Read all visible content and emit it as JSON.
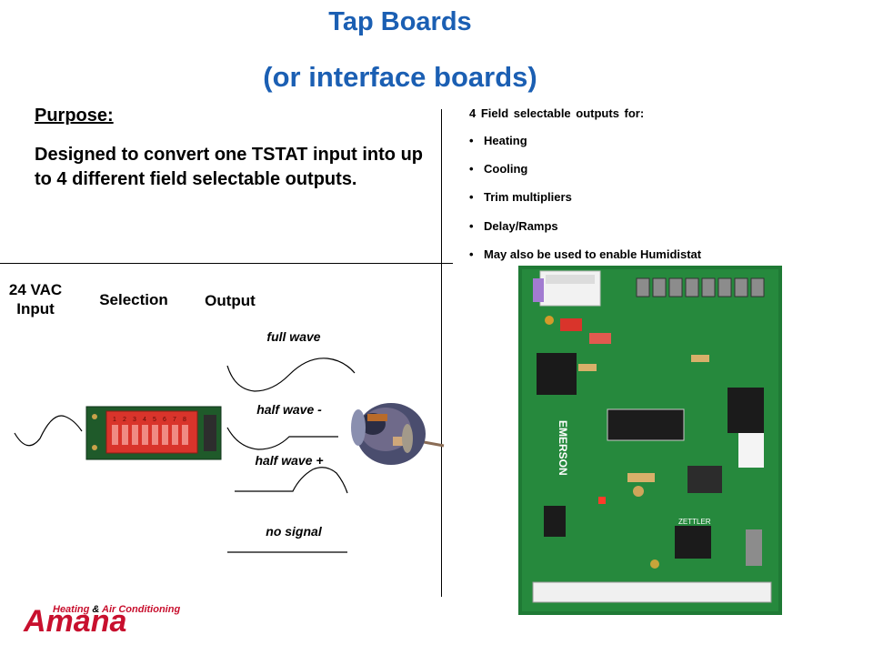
{
  "title_line1": "Tap Boards",
  "title_line2": "(or interface boards)",
  "purpose": {
    "heading": "Purpose:",
    "text": "Designed to convert one TSTAT input into up to 4 different field selectable outputs."
  },
  "outputs": {
    "heading": "4 Field selectable outputs for:",
    "items": [
      "Heating",
      "Cooling",
      "Trim multipliers",
      "Delay/Ramps",
      "May also be used to enable Humidistat"
    ]
  },
  "diagram": {
    "input_label_line1": "24 VAC",
    "input_label_line2": "Input",
    "selection_label": "Selection",
    "output_label": "Output",
    "waves": [
      "full wave",
      "half wave -",
      "half wave +",
      "no signal"
    ],
    "dip_numbers": [
      "1",
      "2",
      "3",
      "4",
      "5",
      "6",
      "7",
      "8"
    ]
  },
  "board_labels": {
    "brand": "EMERSON",
    "relay_brand": "ZETTLER"
  },
  "logo": {
    "tagline_part1": "Heating",
    "tagline_amp": "&",
    "tagline_part2": "Air Conditioning",
    "name": "Amana",
    "brand_red": "#c8102e"
  },
  "colors": {
    "title_blue": "#1b5fb3",
    "board_green": "#1f7a35",
    "dip_red": "#d9342b"
  }
}
